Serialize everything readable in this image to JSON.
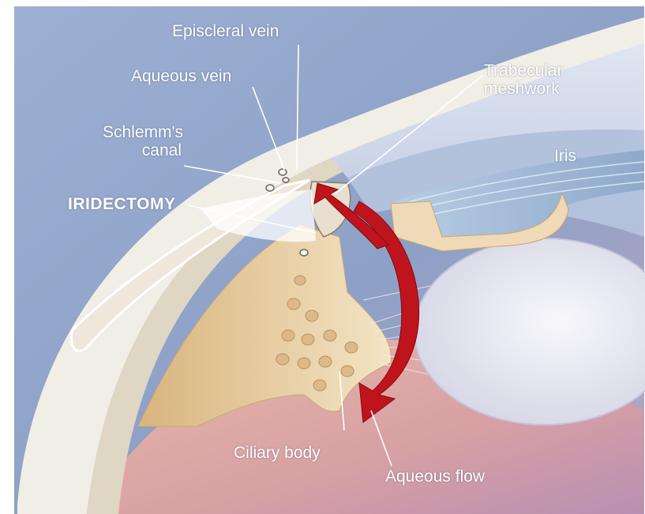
{
  "illustration": {
    "labels": {
      "episcleral_vein": "Episcleral vein",
      "aqueous_vein": "Aqueous vein",
      "schlemms_canal": "Schlemm's\ncanal",
      "trabecular_meshwork": "Trabecular\nmeshwork",
      "iris": "Iris",
      "iridectomy": "IRIDECTOMY",
      "ciliary_body": "Ciliary body",
      "aqueous_flow": "Aqueous flow"
    },
    "colors": {
      "background_blue": "#8fa2c8",
      "sclera": "#f1eee6",
      "ciliary_tan": "#e9d2a6",
      "lens": "#ecebf3",
      "iris_blue": "#a9c1da",
      "flow_red": "#c0141c",
      "lower_pink": "#cf9ea0",
      "label_white": "#ffffff"
    }
  }
}
